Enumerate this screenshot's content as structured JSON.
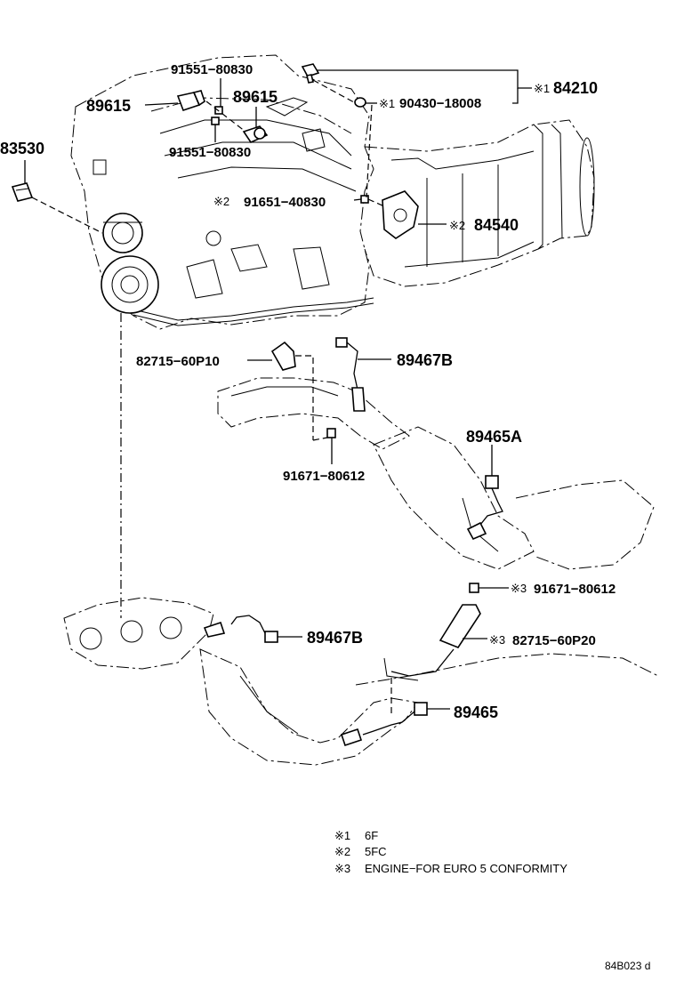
{
  "parts": {
    "p91551_top": "91551−80830",
    "p89615_left": "89615",
    "p89615_right": "89615",
    "p91551_bottom": "91551−80830",
    "p84210": "84210",
    "p84210_mark": "※1",
    "p90430": "90430−18008",
    "p90430_mark": "※1",
    "p83530": "83530",
    "p91651": "91651−40830",
    "p91651_mark": "※2",
    "p84540": "84540",
    "p84540_mark": "※2",
    "p82715_p10": "82715−60P10",
    "p89467b_top": "89467B",
    "p91671_mid": "91671−80612",
    "p89465a": "89465A",
    "p91671_low": "91671−80612",
    "p91671_low_mark": "※3",
    "p89467b_low": "89467B",
    "p82715_p20": "82715−60P20",
    "p82715_p20_mark": "※3",
    "p89465": "89465"
  },
  "notes": [
    {
      "mark": "※1",
      "text": "6F"
    },
    {
      "mark": "※2",
      "text": "5FC"
    },
    {
      "mark": "※3",
      "text": "ENGINE−FOR EURO 5 CONFORMITY"
    }
  ],
  "drawing_code": "84B023 d"
}
